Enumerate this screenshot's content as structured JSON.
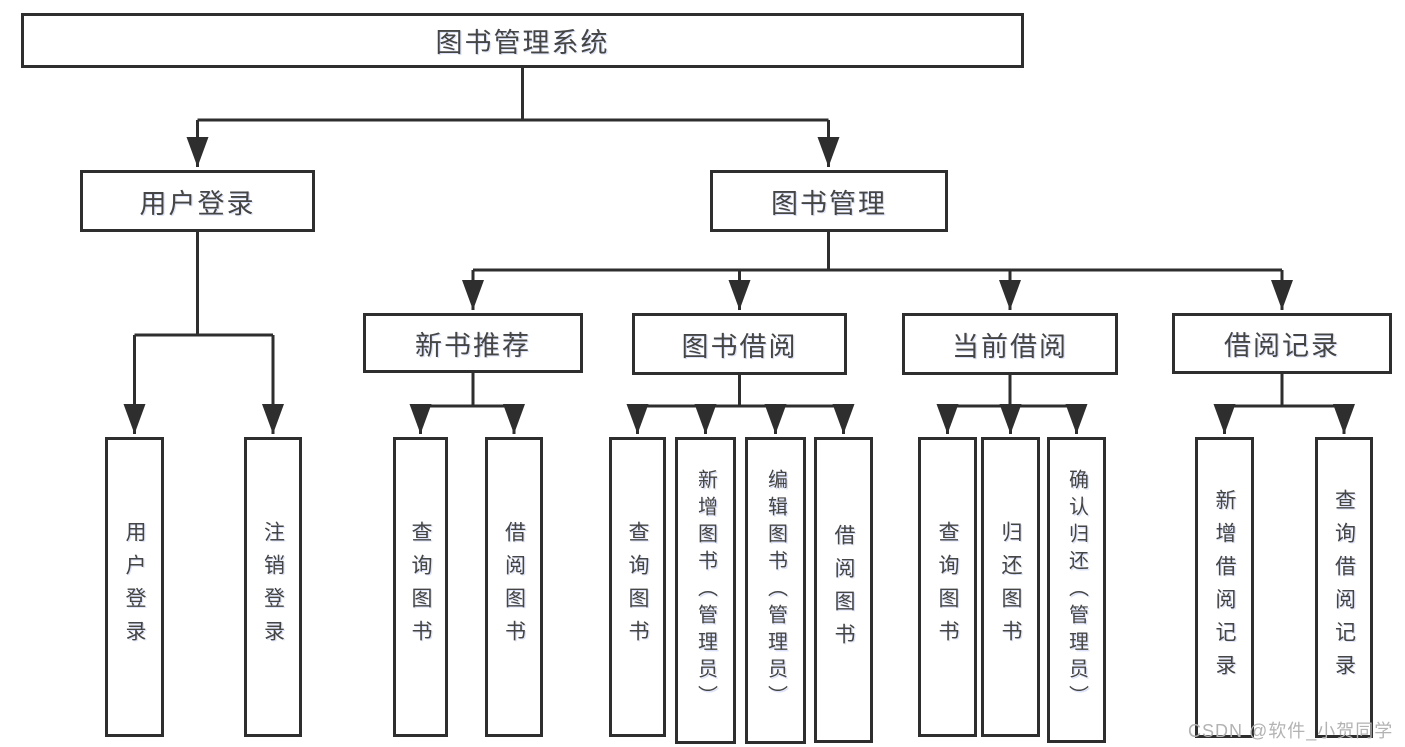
{
  "diagram": {
    "root": "图书管理系统",
    "children": [
      {
        "label": "用户登录",
        "children": [
          "用户登录",
          "注销登录"
        ]
      },
      {
        "label": "图书管理",
        "children": [
          {
            "label": "新书推荐",
            "children": [
              "查询图书",
              "借阅图书"
            ]
          },
          {
            "label": "图书借阅",
            "children": [
              "查询图书",
              "新增图书（管理员）",
              "编辑图书（管理员）",
              "借阅图书"
            ]
          },
          {
            "label": "当前借阅",
            "children": [
              "查询图书",
              "归还图书",
              "确认归还（管理员）"
            ]
          },
          {
            "label": "借阅记录",
            "children": [
              "新增借阅记录",
              "查询借阅记录"
            ]
          }
        ]
      }
    ]
  },
  "watermark": "CSDN @软件_小贺同学",
  "colors": {
    "line": "#2e2e2e",
    "box_background": "#ffffff",
    "label_text": "#454545",
    "watermark_text": "#b3b3b3"
  }
}
